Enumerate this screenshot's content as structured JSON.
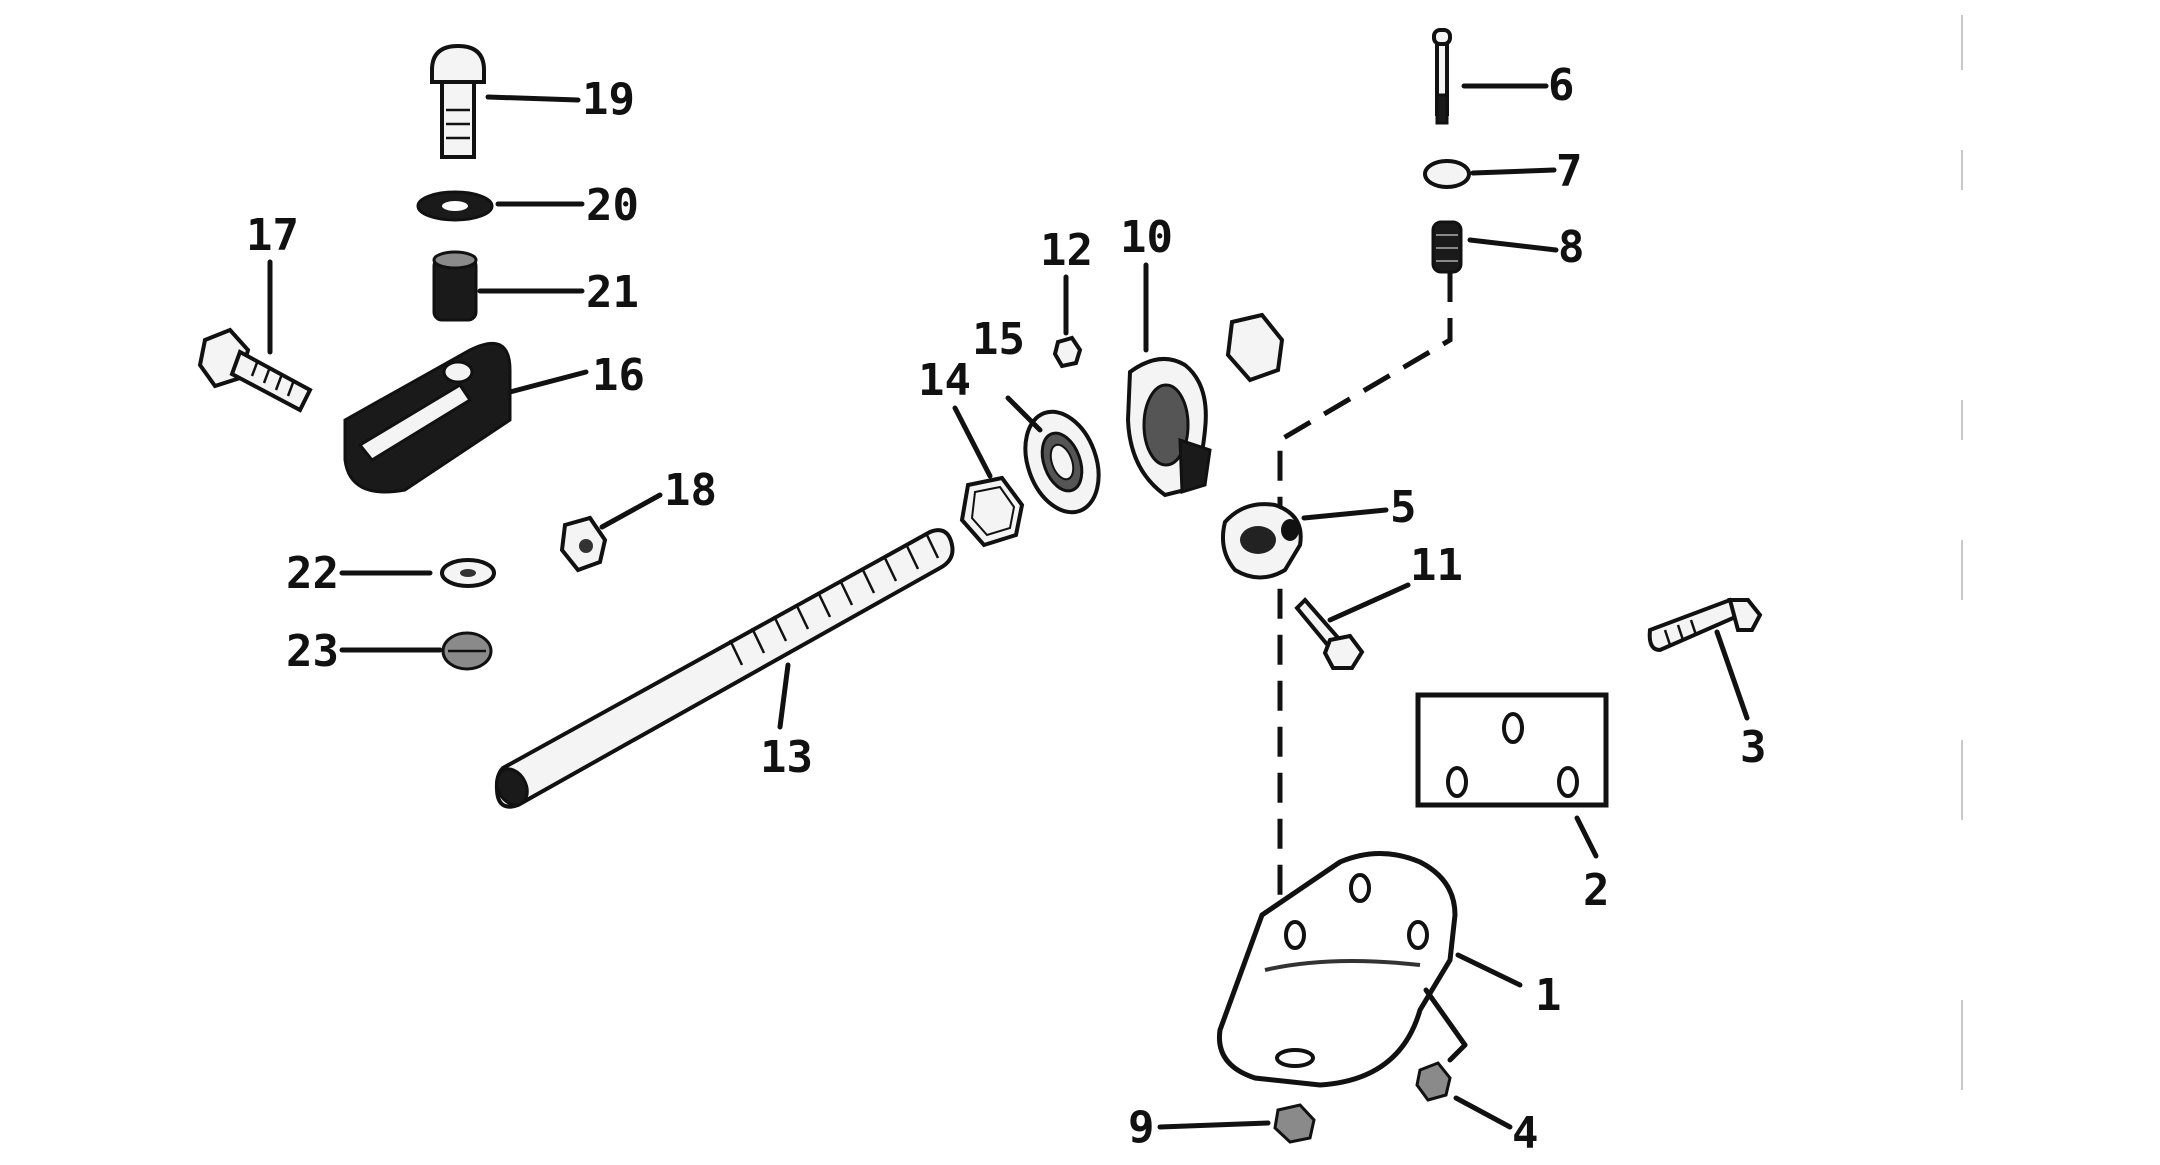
{
  "callouts": {
    "p1": "1",
    "p2": "2",
    "p3": "3",
    "p4": "4",
    "p5": "5",
    "p6": "6",
    "p7": "7",
    "p8": "8",
    "p9": "9",
    "p10": "10",
    "p11": "11",
    "p12": "12",
    "p13": "13",
    "p14": "14",
    "p15": "15",
    "p16": "16",
    "p17": "17",
    "p18": "18",
    "p19": "19",
    "p20": "20",
    "p21": "21",
    "p22": "22",
    "p23": "23"
  }
}
